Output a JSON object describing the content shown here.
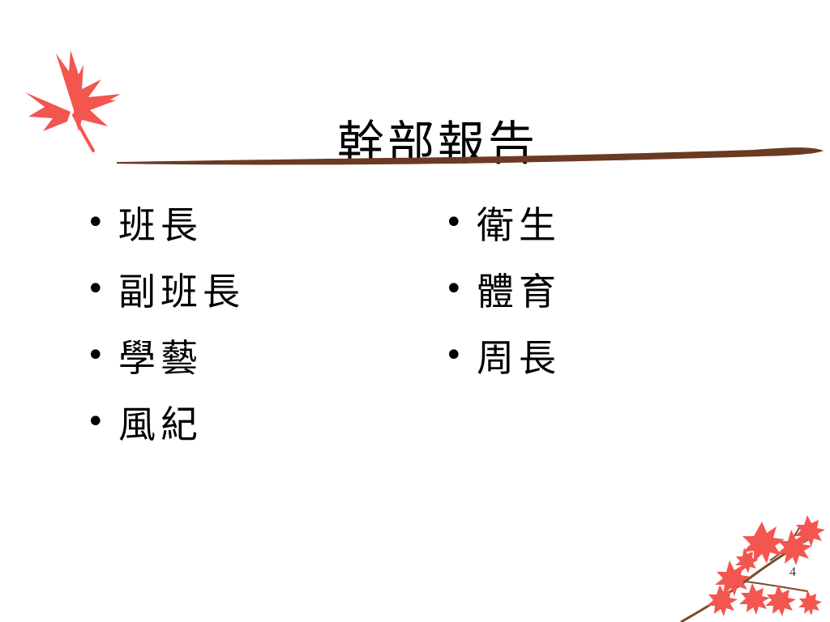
{
  "slide": {
    "title": "幹部報告",
    "left_items": [
      "班長",
      "副班長",
      "學藝",
      "風紀"
    ],
    "right_items": [
      "衛生",
      "體育",
      "周長"
    ],
    "bullet_glyph": "•",
    "page_number": "4"
  },
  "colors": {
    "leaf": "#f2564f",
    "line": "#6b3a22",
    "branch": "#7a4a2a"
  },
  "icons": {
    "top_left": "maple-leaf-icon",
    "bottom_right": "maple-branch-icon"
  }
}
